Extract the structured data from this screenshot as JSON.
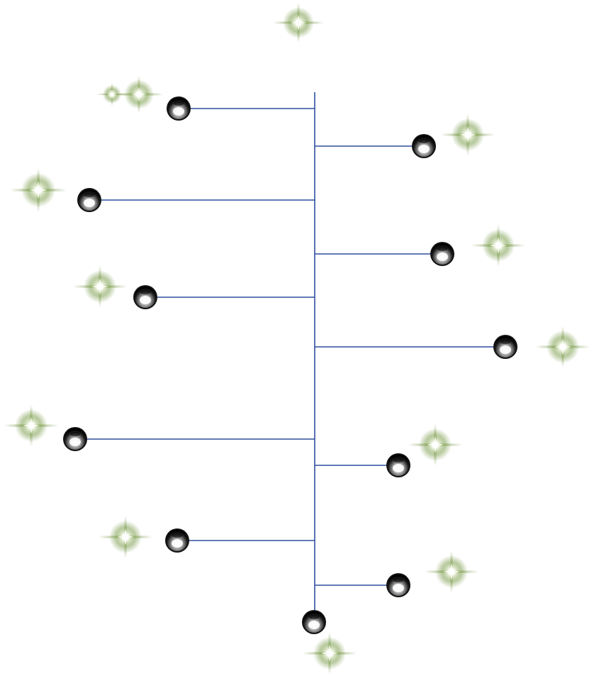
{
  "diagram": {
    "type": "branching-timeline",
    "node_count": 11,
    "sparkle_count": 13,
    "colors": {
      "background": "#ffffff",
      "line": "#2f4f9f",
      "node_dark": "#111111",
      "node_highlight": "#ffffff",
      "sparkle_glow": "#6f8f45",
      "sparkle_core": "#ffffff"
    },
    "icon": "sparkle-icon"
  }
}
